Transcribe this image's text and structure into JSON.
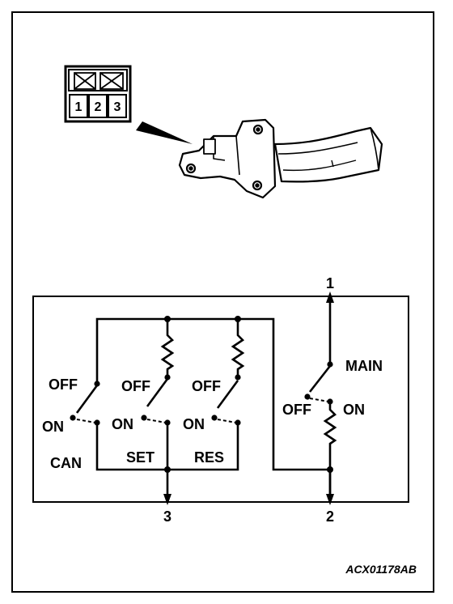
{
  "connector": {
    "pins": [
      "1",
      "2",
      "3"
    ]
  },
  "terminals": {
    "top": "1",
    "bottom_left": "3",
    "bottom_right": "2"
  },
  "switches": {
    "cancel": {
      "off": "OFF",
      "on": "ON",
      "name": "CAN"
    },
    "set": {
      "off": "OFF",
      "on": "ON",
      "name": "SET"
    },
    "resume": {
      "off": "OFF",
      "on": "ON",
      "name": "RES"
    },
    "main": {
      "off": "OFF",
      "on": "ON",
      "name": "MAIN"
    }
  },
  "figure_code": "ACX01178AB",
  "colors": {
    "ink": "#000000",
    "background": "#ffffff"
  }
}
